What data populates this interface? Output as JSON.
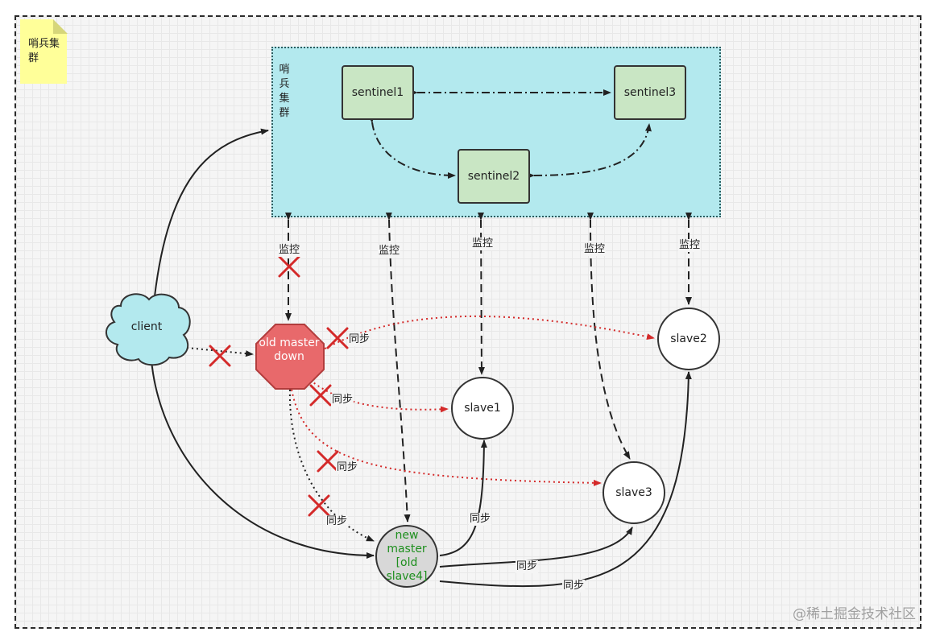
{
  "note": {
    "text": "哨兵集群"
  },
  "cluster": {
    "label": "哨兵集群"
  },
  "nodes": {
    "sentinel1": "sentinel1",
    "sentinel2": "sentinel2",
    "sentinel3": "sentinel3",
    "client": "client",
    "old_master": "old master down",
    "slave1": "slave1",
    "slave2": "slave2",
    "slave3": "slave3",
    "new_master": "new master [old slave4]"
  },
  "edge_labels": {
    "monitor": "监控",
    "sync": "同步"
  },
  "colors": {
    "sentinel_fill": "#c9e6c4",
    "cluster_fill": "#b3e9ee",
    "old_master_fill": "#e8696b",
    "new_master_text": "#1e8f1e",
    "failed_link": "#d42a2a"
  },
  "watermark": "@稀土掘金技术社区"
}
